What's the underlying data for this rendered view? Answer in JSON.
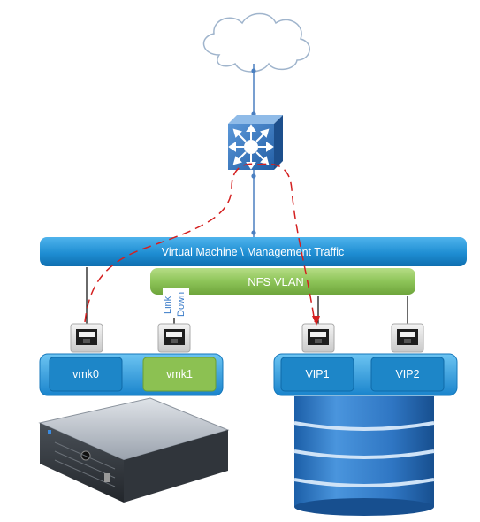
{
  "networks": {
    "vm_mgmt": {
      "label": "Virtual Machine \\ Management Traffic"
    },
    "nfs": {
      "label": "NFS VLAN"
    }
  },
  "host_ports": [
    {
      "label": "vmk0",
      "color": "#1d86c8"
    },
    {
      "label": "vmk1",
      "color": "#8cc152"
    }
  ],
  "storage_ports": [
    {
      "label": "VIP1"
    },
    {
      "label": "VIP2"
    }
  ],
  "annotation": {
    "line1": "Link",
    "line2": "Down"
  },
  "colors": {
    "blue_bar": "#1f8ed3",
    "green_bar": "#8dc458",
    "link_line": "#4a7fc1",
    "traffic_path": "#d42020",
    "storage": "#2f76c3"
  },
  "icons": [
    "cloud-icon",
    "layer3-switch-icon",
    "ethernet-port-icon",
    "server-icon",
    "storage-array-icon"
  ]
}
